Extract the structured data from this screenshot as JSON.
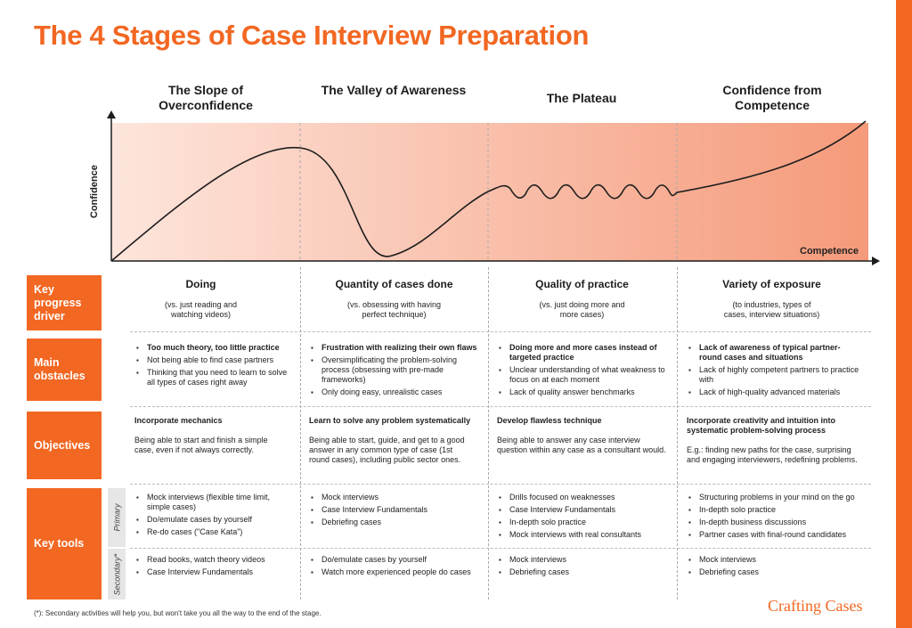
{
  "title": "The 4 Stages of Case Interview Preparation",
  "stages": [
    {
      "name": "The Slope of Overconfidence"
    },
    {
      "name": "The Valley of Awareness"
    },
    {
      "name": "The Plateau"
    },
    {
      "name": "Confidence from Competence"
    }
  ],
  "chart": {
    "y_axis_label": "Confidence",
    "x_axis_label": "Competence"
  },
  "row_labels": {
    "driver": "Key progress driver",
    "obstacles": "Main obstacles",
    "objectives": "Objectives",
    "tools": "Key tools",
    "primary": "Primary",
    "secondary": "Secondary*"
  },
  "drivers": [
    {
      "title": "Doing",
      "sub": "(vs. just reading and watching videos)"
    },
    {
      "title": "Quantity of cases done",
      "sub": "(vs. obsessing with having perfect technique)"
    },
    {
      "title": "Quality of practice",
      "sub": "(vs. just doing more and more cases)"
    },
    {
      "title": "Variety of exposure",
      "sub": "(to industries, types of cases, interview situations)"
    }
  ],
  "obstacles": [
    [
      "Too much theory, too little practice",
      "Not being able to find case partners",
      "Thinking that you need to learn to solve all types of cases right away"
    ],
    [
      "Frustration with realizing their own flaws",
      "Oversimplificating the problem-solving process (obsessing with pre-made frameworks)",
      "Only doing easy, unrealistic cases"
    ],
    [
      "Doing more and more cases instead of targeted practice",
      "Unclear understanding of what weakness to focus on at each moment",
      "Lack of quality answer benchmarks"
    ],
    [
      "Lack of awareness of typical partner-round cases and situations",
      "Lack of highly competent partners to practice with",
      "Lack of high-quality advanced materials"
    ]
  ],
  "objectives": [
    {
      "title": "Incorporate mechanics",
      "text": "Being able to start and finish a simple case, even if not always correctly."
    },
    {
      "title": "Learn to solve any problem systematically",
      "text": "Being able to start, guide, and get to a good answer in any common type of case (1st round cases), including public sector ones."
    },
    {
      "title": "Develop flawless technique",
      "text": "Being able to answer any case interview question within any case as a consultant would."
    },
    {
      "title": "Incorporate creativity and intuition into systematic problem-solving process",
      "text": "E.g.: finding new paths for the case, surprising and engaging interviewers, redefining problems."
    }
  ],
  "tools_primary": [
    [
      "Mock interviews (flexible time limit, simple cases)",
      "Do/emulate cases by yourself",
      "Re-do cases (\"Case Kata\")"
    ],
    [
      "Mock interviews",
      "Case Interview Fundamentals",
      "Debriefing cases"
    ],
    [
      "Drills focused on weaknesses",
      "Case Interview Fundamentals",
      "In-depth solo practice",
      "Mock interviews with real consultants"
    ],
    [
      "Structuring problems in your mind on the go",
      "In-depth solo practice",
      "In-depth business discussions",
      "Partner cases with final-round candidates"
    ]
  ],
  "tools_secondary": [
    [
      "Read books, watch theory videos",
      "Case Interview Fundamentals"
    ],
    [
      "Do/emulate cases by yourself",
      "Watch more experienced people do cases"
    ],
    [
      "Mock interviews",
      "Debriefing cases"
    ],
    [
      "Mock interviews",
      "Debriefing cases"
    ]
  ],
  "footnote": "(*): Secondary activities will help you, but won't take you all the way to the end of the stage.",
  "brand": "Crafting Cases",
  "colors": {
    "accent": "#f26722",
    "gradient_light": "#fde3da",
    "gradient_dark": "#f59a7a"
  }
}
